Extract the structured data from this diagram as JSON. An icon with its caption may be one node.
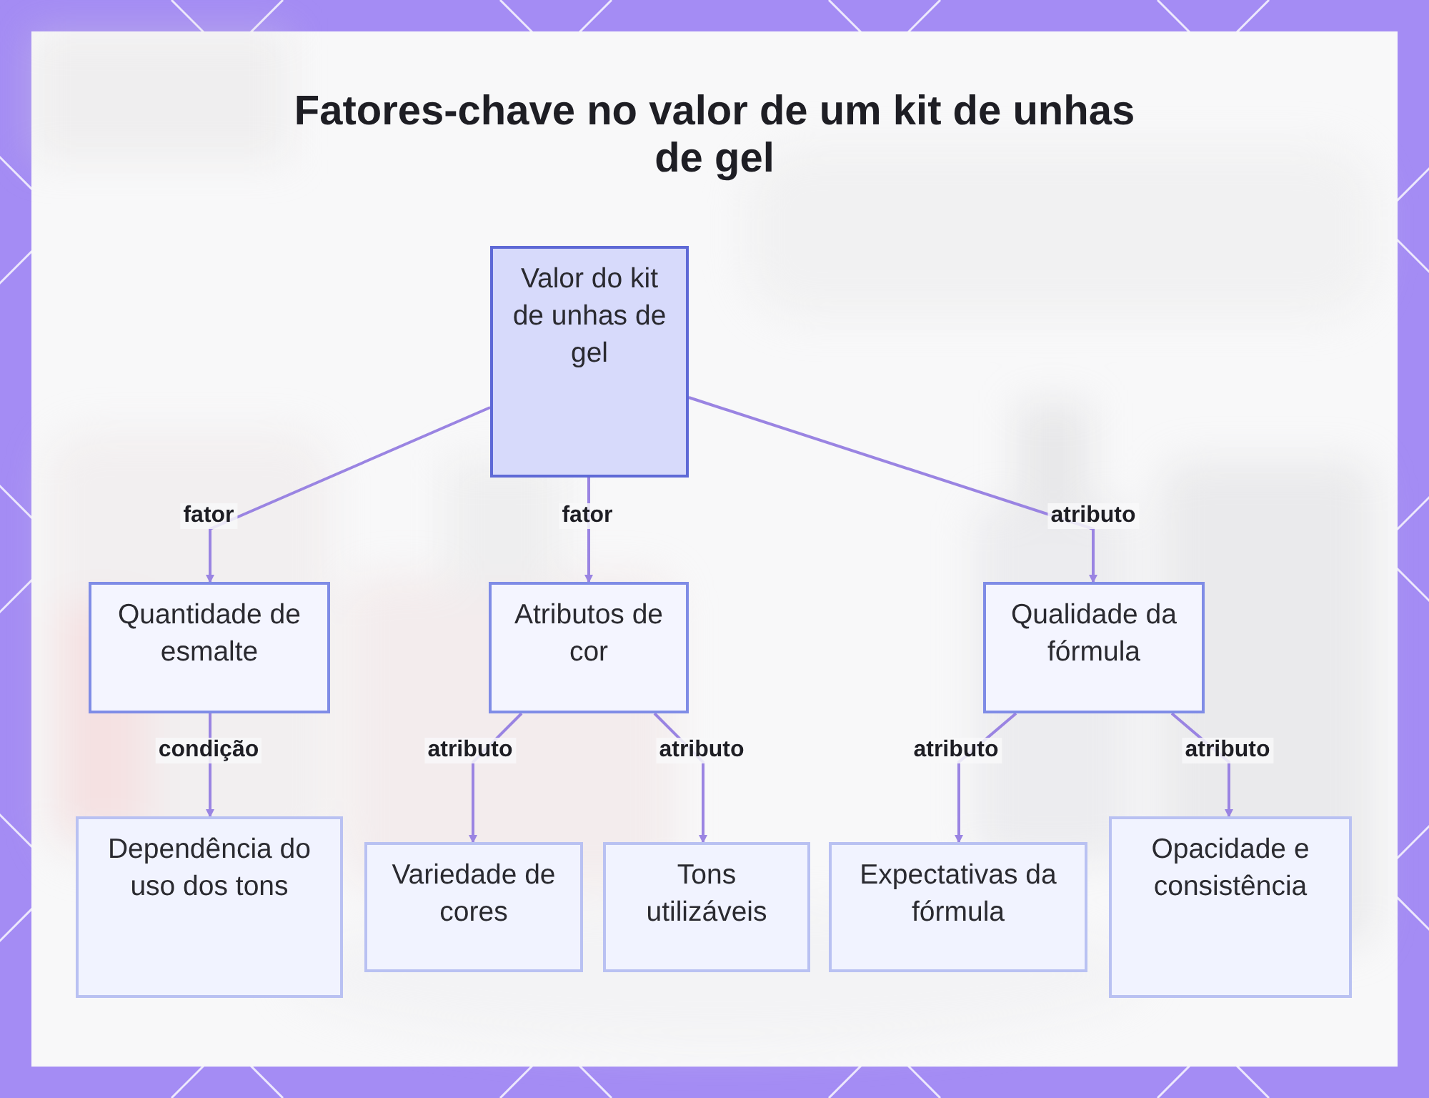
{
  "diagram": {
    "title": "Fatores-chave no valor de um kit de unhas de gel",
    "nodes": [
      {
        "text": [
          "Valor do kit de unhas de gel"
        ]
      },
      {
        "text": [
          "Quantidade de esmalte"
        ]
      },
      {
        "text": [
          "Atributos de cor"
        ]
      },
      {
        "text": [
          "Qualidade da fórmula"
        ]
      },
      {
        "text": [
          "Dependência do uso dos tons"
        ]
      },
      {
        "text": [
          "Variedade de cores"
        ]
      },
      {
        "text": [
          "Tons utilizáveis"
        ]
      },
      {
        "text": [
          "Expectativas da fórmula"
        ]
      },
      {
        "text": [
          "Opacidade e consistência"
        ]
      }
    ],
    "edges": [
      {
        "from": 0,
        "to": 1,
        "arrow": "to",
        "label": "fator"
      },
      {
        "from": 0,
        "to": 2,
        "arrow": "to",
        "label": "fator"
      },
      {
        "from": 0,
        "to": 3,
        "arrow": "to",
        "label": "atributo"
      },
      {
        "from": 1,
        "to": 4,
        "arrow": "to",
        "label": "condição"
      },
      {
        "from": 2,
        "to": 5,
        "arrow": "to",
        "label": "atributo"
      },
      {
        "from": 2,
        "to": 6,
        "arrow": "to",
        "label": "atributo"
      },
      {
        "from": 3,
        "to": 7,
        "arrow": "to",
        "label": "atributo"
      },
      {
        "from": 3,
        "to": 8,
        "arrow": "to",
        "label": "atributo"
      }
    ]
  }
}
